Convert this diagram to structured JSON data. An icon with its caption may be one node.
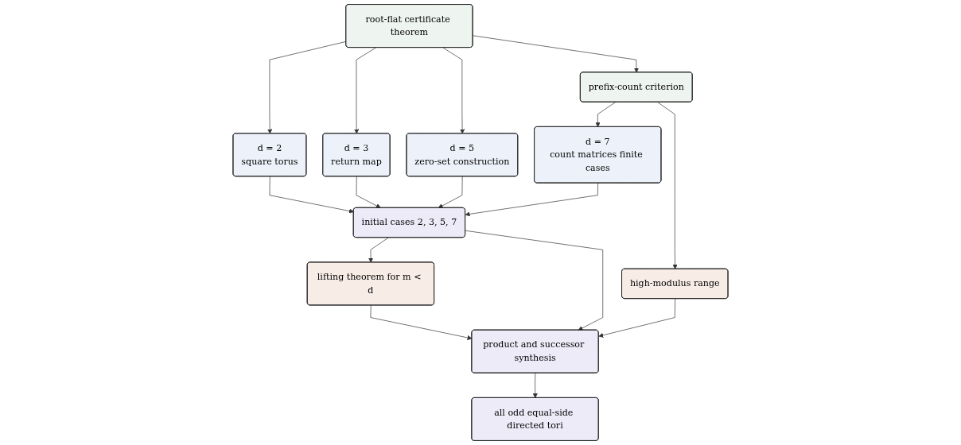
{
  "diagram": {
    "nodes": [
      {
        "text": [
          "root-flat certificate theorem"
        ]
      },
      {
        "text": [
          "d = 2",
          "square torus"
        ]
      },
      {
        "text": [
          "d = 3",
          "return map"
        ]
      },
      {
        "text": [
          "d = 5",
          "zero-set construction"
        ]
      },
      {
        "text": [
          "prefix-count criterion"
        ]
      },
      {
        "text": [
          "d = 7",
          "count matrices finite cases"
        ]
      },
      {
        "text": [
          "initial cases 2, 3, 5, 7"
        ]
      },
      {
        "text": [
          "high-modulus range"
        ]
      },
      {
        "text": [
          "lifting theorem for m < d"
        ]
      },
      {
        "text": [
          "product and successor synthesis"
        ]
      },
      {
        "text": [
          "all odd equal-side directed tori"
        ]
      }
    ],
    "edges": [
      {
        "from": 0,
        "to": 1,
        "arrow": "to"
      },
      {
        "from": 0,
        "to": 2,
        "arrow": "to"
      },
      {
        "from": 0,
        "to": 3,
        "arrow": "to"
      },
      {
        "from": 0,
        "to": 4,
        "arrow": "to"
      },
      {
        "from": 4,
        "to": 5,
        "arrow": "to"
      },
      {
        "from": 1,
        "to": 6,
        "arrow": "to"
      },
      {
        "from": 2,
        "to": 6,
        "arrow": "to"
      },
      {
        "from": 3,
        "to": 6,
        "arrow": "to"
      },
      {
        "from": 5,
        "to": 6,
        "arrow": "to"
      },
      {
        "from": 4,
        "to": 7,
        "arrow": "to"
      },
      {
        "from": 6,
        "to": 8,
        "arrow": "to"
      },
      {
        "from": 6,
        "to": 9,
        "arrow": "to"
      },
      {
        "from": 7,
        "to": 9,
        "arrow": "to"
      },
      {
        "from": 8,
        "to": 9,
        "arrow": "to"
      },
      {
        "from": 9,
        "to": 10,
        "arrow": "to"
      }
    ]
  }
}
